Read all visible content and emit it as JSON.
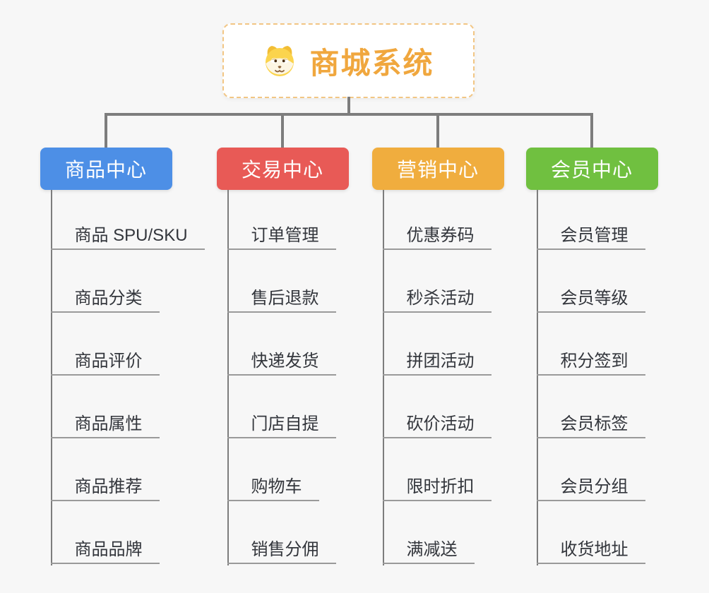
{
  "page": {
    "background": "#f7f7f7"
  },
  "colors": {
    "connector": "#7d7d7d",
    "leaf_underline": "#9a9a9a",
    "leaf_text": "#33363c",
    "root_border": "#f2c684",
    "root_text": "#f0a73e",
    "root_bg": "#ffffff",
    "branch_text": "#ffffff"
  },
  "root": {
    "title": "商城系统",
    "icon": "shiba-dog-icon"
  },
  "branches": [
    {
      "id": "product-center",
      "label": "商品中心",
      "color": "#4d8fe6",
      "children": [
        "商品 SPU/SKU",
        "商品分类",
        "商品评价",
        "商品属性",
        "商品推荐",
        "商品品牌"
      ]
    },
    {
      "id": "trade-center",
      "label": "交易中心",
      "color": "#e85a56",
      "children": [
        "订单管理",
        "售后退款",
        "快递发货",
        "门店自提",
        "购物车",
        "销售分佣"
      ]
    },
    {
      "id": "marketing-center",
      "label": "营销中心",
      "color": "#f0ad3e",
      "children": [
        "优惠券码",
        "秒杀活动",
        "拼团活动",
        "砍价活动",
        "限时折扣",
        "满减送"
      ]
    },
    {
      "id": "member-center",
      "label": "会员中心",
      "color": "#70c040",
      "children": [
        "会员管理",
        "会员等级",
        "积分签到",
        "会员标签",
        "会员分组",
        "收货地址"
      ]
    }
  ]
}
